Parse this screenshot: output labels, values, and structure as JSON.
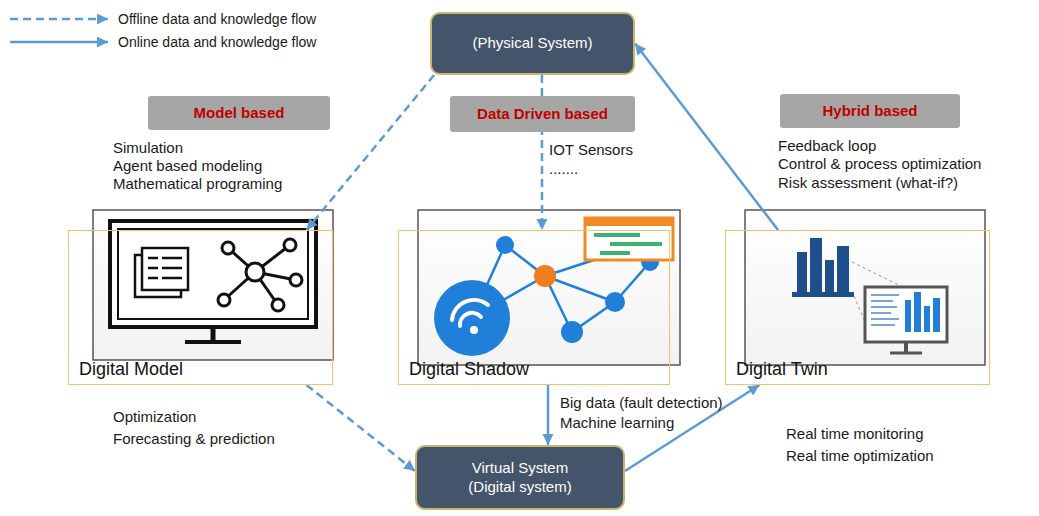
{
  "diagram": {
    "nodes": [
      {
        "text": [
          "(Physical System)"
        ]
      },
      {
        "text": [
          "Model based"
        ]
      },
      {
        "text": [
          "Data Driven based"
        ]
      },
      {
        "text": [
          "Hybrid based"
        ]
      },
      {
        "text": [
          "Digital Model"
        ]
      },
      {
        "text": [
          "Digital Shadow"
        ]
      },
      {
        "text": [
          "Digital Twin"
        ]
      },
      {
        "text": [
          "Virtual System (Digital system)"
        ]
      }
    ],
    "edges": [
      {
        "from": 0,
        "to": 4,
        "arrow": "to"
      },
      {
        "from": 0,
        "to": 5,
        "arrow": "to"
      },
      {
        "from": 4,
        "to": 7,
        "arrow": "to"
      },
      {
        "from": 5,
        "to": 7,
        "arrow": "to"
      },
      {
        "from": 7,
        "to": 6,
        "arrow": "to"
      },
      {
        "from": 6,
        "to": 0,
        "arrow": "to"
      }
    ],
    "labels": [
      "Simulation",
      "Agent based modeling",
      "Mathematical programing",
      "IOT Sensors",
      ".......",
      "Feedback loop",
      "Control & process optimization",
      "Risk assessment (what-if?)",
      "Optimization",
      "Forecasting & prediction",
      "Big data (fault detection)",
      "Machine learning",
      "Real time monitoring",
      "Real time optimization"
    ],
    "legend": [
      {
        "text": "Offline data and knowledge flow"
      },
      {
        "text": "Online data and knowledge flow"
      }
    ]
  }
}
